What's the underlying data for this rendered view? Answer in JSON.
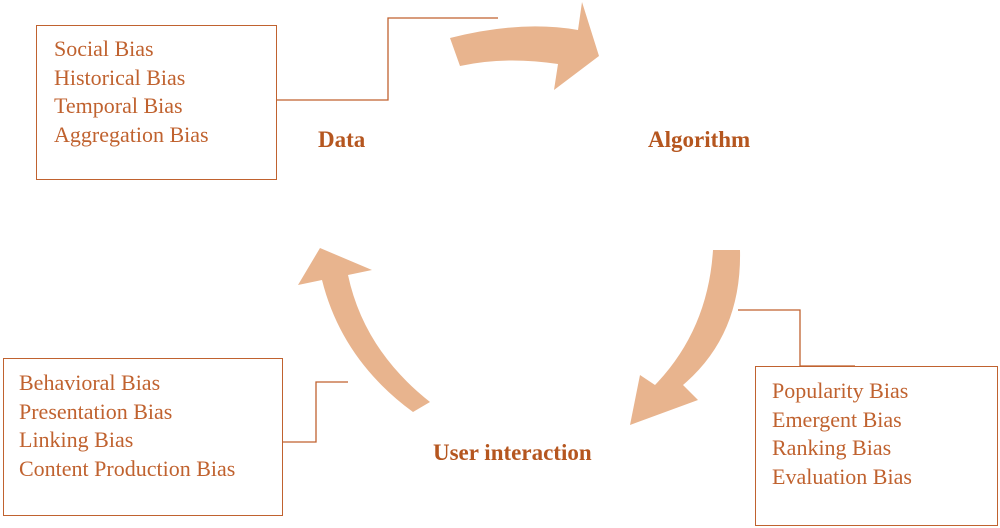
{
  "stages": {
    "data": "Data",
    "algorithm": "Algorithm",
    "user_interaction": "User interaction"
  },
  "bias_boxes": {
    "data": [
      "Social Bias",
      "Historical Bias",
      "Temporal Bias",
      "Aggregation Bias"
    ],
    "algorithm": [
      "Popularity Bias",
      "Emergent Bias",
      "Ranking Bias",
      "Evaluation Bias"
    ],
    "user_interaction": [
      "Behavioral Bias",
      "Presentation Bias",
      "Linking Bias",
      "Content Production Bias"
    ]
  },
  "colors": {
    "arrow_fill": "#e8b48e",
    "text": "#c0622f",
    "label": "#b5561f",
    "border": "#c0622f"
  }
}
